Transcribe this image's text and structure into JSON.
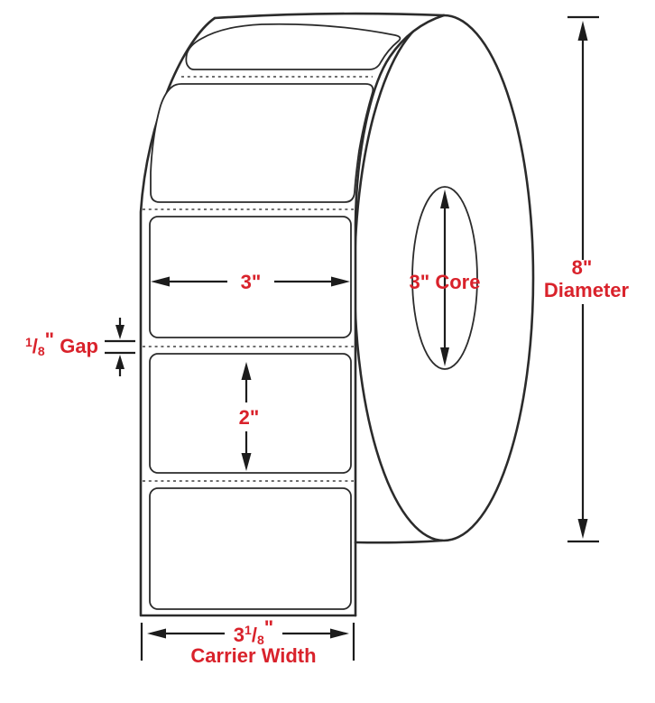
{
  "diagram": {
    "name": "label-roll-spec-diagram",
    "colors": {
      "accent_red": "#d9222b",
      "line_dark": "#2b2b2b",
      "perforation_gray": "#6f6f6f"
    },
    "annotations": {
      "label_width": {
        "value": "3\""
      },
      "label_height": {
        "value": "2\""
      },
      "core": {
        "label": "3\" Core"
      },
      "diameter": {
        "size": "8\"",
        "word": "Diameter"
      },
      "gap": {
        "sup": "1",
        "slash": "/",
        "sub": "8",
        "quote": "\"",
        "word": " Gap"
      },
      "carrier": {
        "int": "3",
        "sup": "1",
        "slash": "/",
        "sub": "8",
        "quote": "\"",
        "word": "Carrier Width"
      }
    }
  }
}
